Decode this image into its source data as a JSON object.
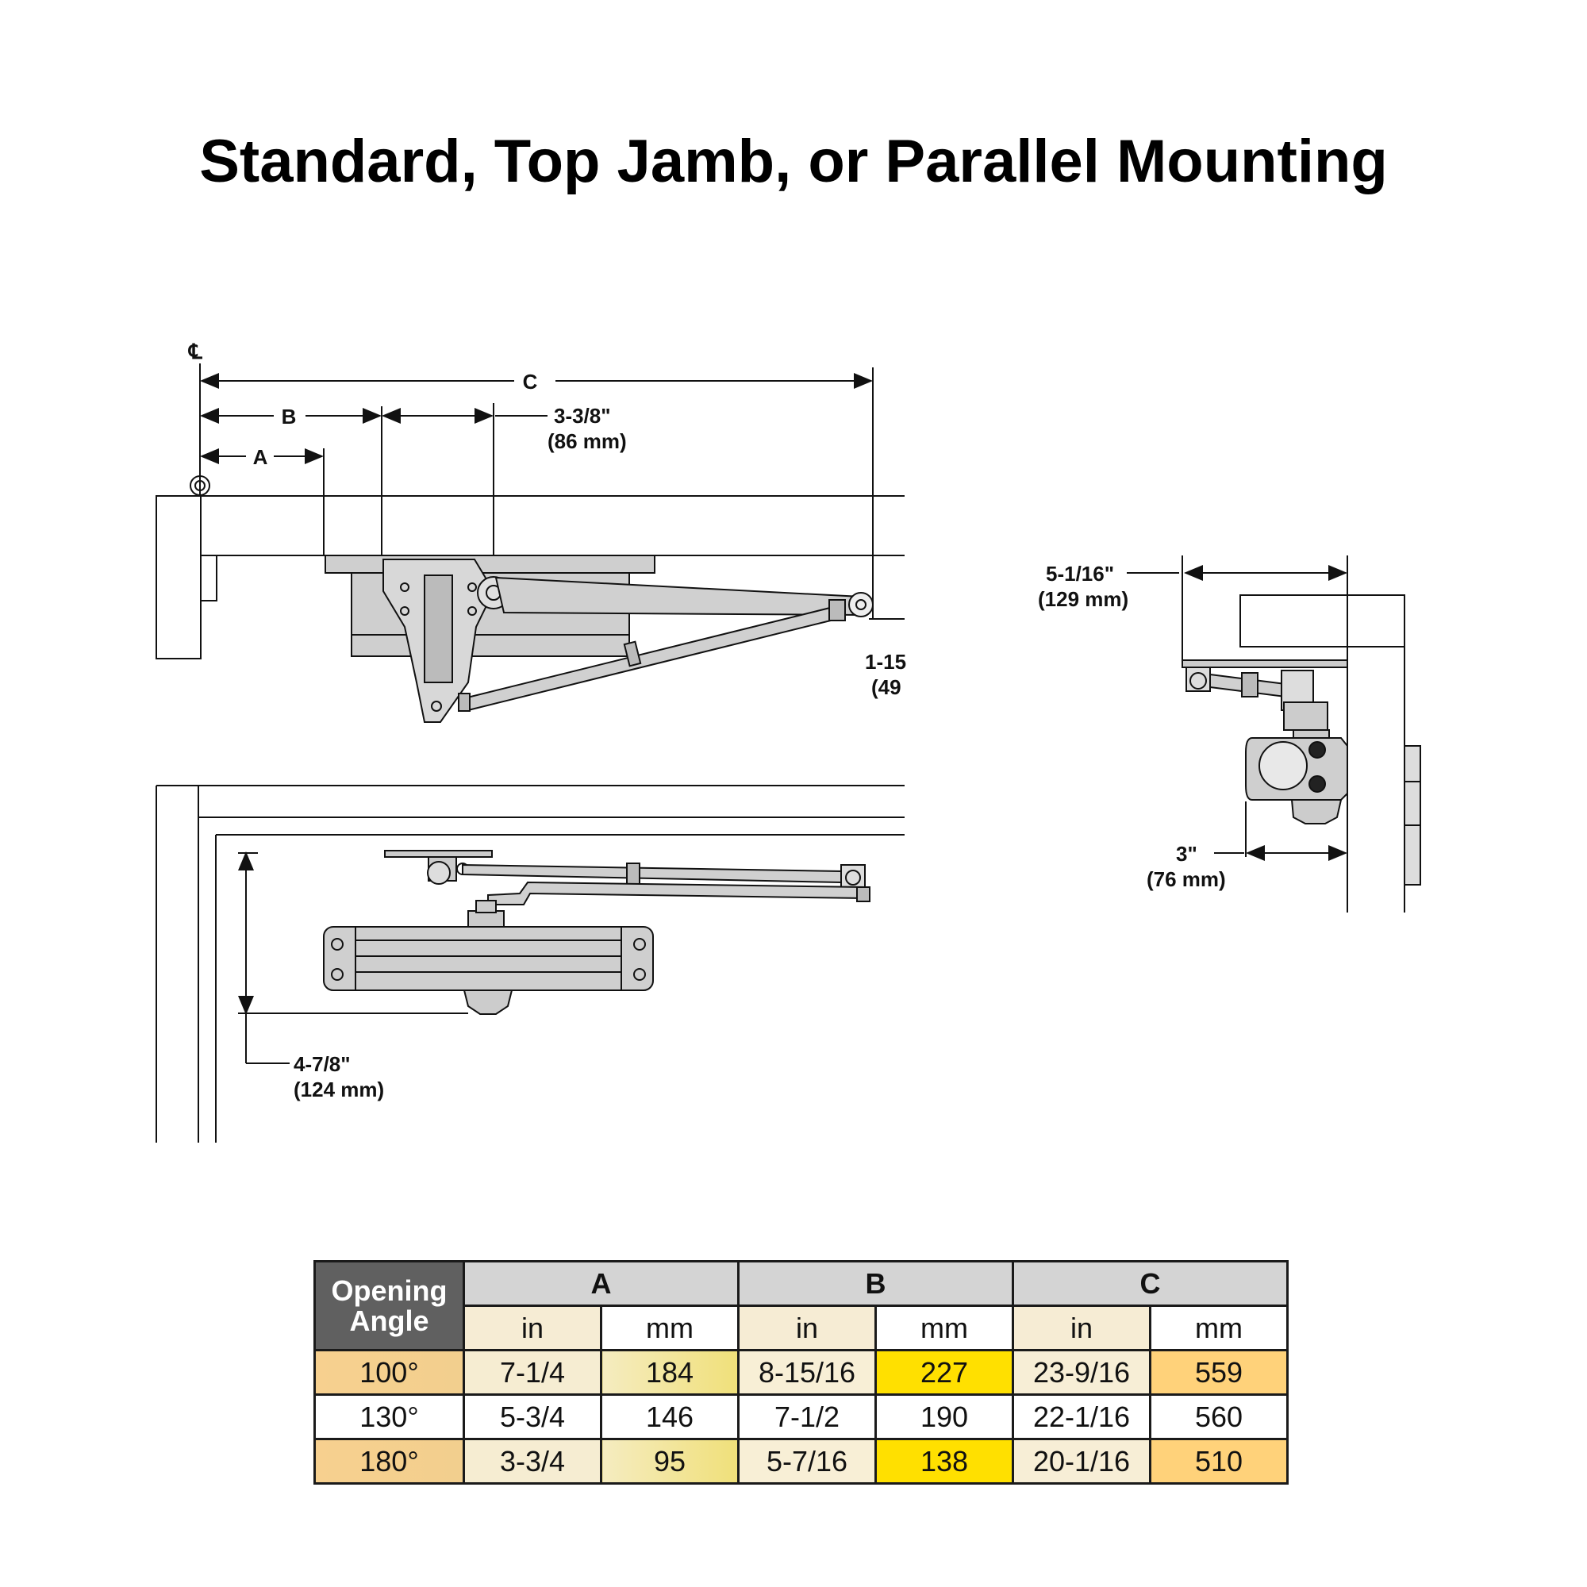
{
  "title": "Standard, Top Jamb, or Parallel Mounting",
  "diagram": {
    "centerline_symbol": "℄",
    "labels": {
      "A": "A",
      "B": "B",
      "C": "C",
      "dim_3_3_8_in": "3-3/8\"",
      "dim_3_3_8_mm": "(86 mm)",
      "dim_1_15_in": "1-15",
      "dim_1_15_mm": "(49",
      "dim_4_7_8_in": "4-7/8\"",
      "dim_4_7_8_mm": "(124 mm)",
      "dim_5_1_16_in": "5-1/16\"",
      "dim_5_1_16_mm": "(129 mm)",
      "dim_3_in": "3\"",
      "dim_3_mm": "(76 mm)"
    }
  },
  "table": {
    "angle_header": "Opening Angle",
    "groups": [
      "A",
      "B",
      "C"
    ],
    "units": [
      "in",
      "mm",
      "in",
      "mm",
      "in",
      "mm"
    ],
    "rows": [
      {
        "angle": "100°",
        "cells": [
          "7-1/4",
          "184",
          "8-15/16",
          "227",
          "23-9/16",
          "559"
        ]
      },
      {
        "angle": "130°",
        "cells": [
          "5-3/4",
          "146",
          "7-1/2",
          "190",
          "22-1/16",
          "560"
        ]
      },
      {
        "angle": "180°",
        "cells": [
          "3-3/4",
          "95",
          "5-7/16",
          "138",
          "20-1/16",
          "510"
        ]
      }
    ]
  },
  "colors": {
    "header_dark": "#606060",
    "header_light": "#d4d4d4",
    "highlight_yellow": "#ffe000",
    "highlight_orange": "#ffd27a",
    "highlight_tan": "#f7d08f"
  }
}
